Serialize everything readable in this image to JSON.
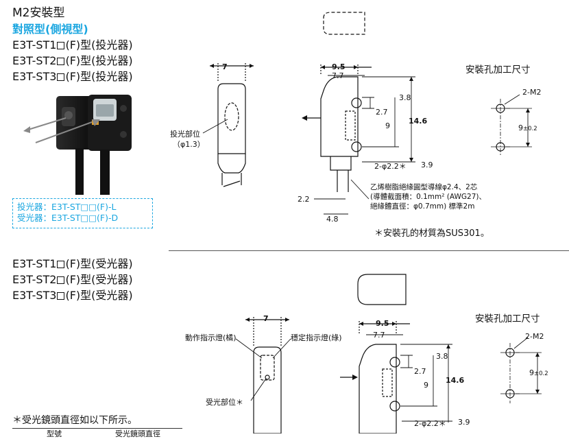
{
  "header": {
    "series": "M2安裝型",
    "type_subtitle": "對照型(側視型)"
  },
  "emitter_models": [
    {
      "prefix": "E3T-ST1",
      "suffix": "(F)型(投光器)"
    },
    {
      "prefix": "E3T-ST2",
      "suffix": "(F)型(投光器)"
    },
    {
      "prefix": "E3T-ST3",
      "suffix": "(F)型(投光器)"
    }
  ],
  "receiver_models": [
    {
      "prefix": "E3T-ST1",
      "suffix": "(F)型(受光器)"
    },
    {
      "prefix": "E3T-ST2",
      "suffix": "(F)型(受光器)"
    },
    {
      "prefix": "E3T-ST3",
      "suffix": "(F)型(受光器)"
    }
  ],
  "legend": {
    "emitter": "投光器：E3T-ST□□(F)-L",
    "receiver": "受光器：E3T-ST□□(F)-D"
  },
  "top_drawing": {
    "width_front": "7",
    "emitter_part": "投光部位",
    "emitter_dia": "（φ1.3）",
    "width_side": "9.5",
    "width_inner": "7.7",
    "dim_38": "3.8",
    "dim_27": "2.7",
    "dim_9": "9",
    "dim_146": "14.6",
    "holes": "2-φ2.2＊",
    "dim_39": "3.9",
    "dim_22": "2.2",
    "dim_48": "4.8",
    "cable_line1": "乙烯樹脂絕緣圓型導線φ2.4、2芯",
    "cable_line2": "(導體截面積：0.1mm² (AWG27)、",
    "cable_line3": "絕緣體直徑：φ0.7mm) 標準2m",
    "mount_title": "安裝孔加工尺寸",
    "mount_holes": "2-M2",
    "mount_pitch": "9",
    "mount_tol": "±0.2",
    "material_note": "＊安裝孔的材質為SUS301。"
  },
  "bottom_drawing": {
    "width_front": "7",
    "op_indicator": "動作指示燈(橘)",
    "stab_indicator": "穩定指示燈(綠)",
    "receiver_part": "受光部位＊",
    "width_side": "9.5",
    "width_inner": "7.7",
    "dim_38": "3.8",
    "dim_27": "2.7",
    "dim_9": "9",
    "dim_146": "14.6",
    "holes": "2-φ2.2＊",
    "dim_39": "3.9",
    "mount_title": "安裝孔加工尺寸",
    "mount_holes": "2-M2",
    "mount_pitch": "9",
    "mount_tol": "±0.2"
  },
  "lens_note": "＊受光鏡頭直徑如以下所示。",
  "lens_table": {
    "col1": "型號",
    "col2": "受光鏡頭直徑"
  }
}
